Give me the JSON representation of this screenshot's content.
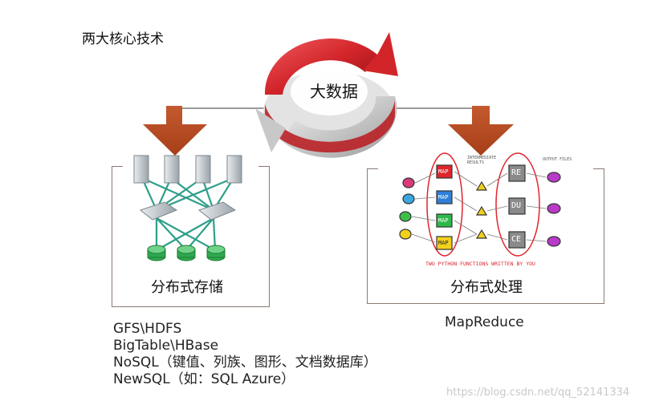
{
  "title": "两大核心技术",
  "hub": {
    "label": "大数据"
  },
  "storage": {
    "label": "分布式存储",
    "technologies": [
      "GFS\\HDFS",
      "BigTable\\HBase",
      "NoSQL（键值、列族、图形、文档数据库）",
      "NewSQL（如：SQL Azure）"
    ]
  },
  "processing": {
    "label": "分布式处理",
    "technology": "MapReduce",
    "sketch": {
      "map_labels": [
        "MAP",
        "MAP",
        "MAP",
        "MAP"
      ],
      "reduce_labels": [
        "RE",
        "DU",
        "CE"
      ],
      "intermediate_label": "INTERMEDIATE RESULTS",
      "output_label": "OUTPUT FILES",
      "caption": "TWO PYTHON FUNCTIONS WRITTEN BY YOU"
    }
  },
  "watermark": "https://blog.csdn.net/qq_52141334",
  "colors": {
    "arrow": "#b54a22",
    "ring_red": "#d2252a",
    "ring_gray": "#c8c8c8",
    "server_green": "#2ea84f"
  }
}
